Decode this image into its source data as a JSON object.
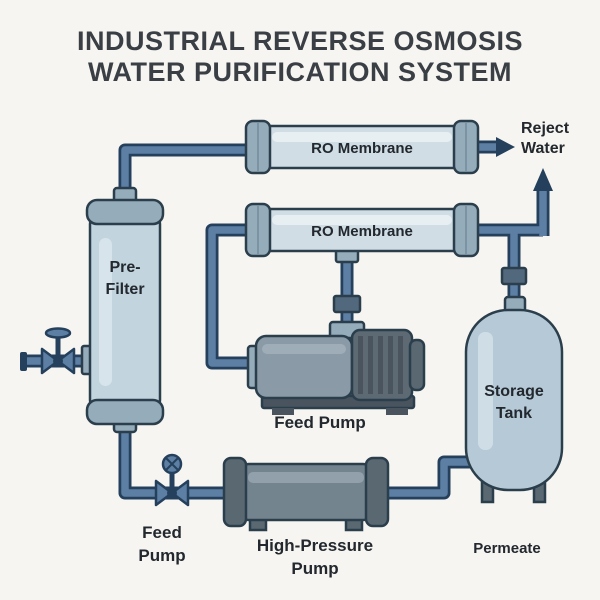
{
  "title": {
    "line1": "INDUSTRIAL REVERSE OSMOSIS",
    "line2": "WATER PURIFICATION SYSTEM"
  },
  "components": {
    "pre_filter": {
      "label_line1": "Pre-",
      "label_line2": "Filter"
    },
    "ro_membrane_top": {
      "label": "RO Membrane"
    },
    "ro_membrane_bottom": {
      "label": "RO Membrane"
    },
    "feed_pump": {
      "label": "Feed Pump"
    },
    "feed_valve": {
      "label_line1": "Feed",
      "label_line2": "Pump"
    },
    "high_pressure_pump": {
      "label_line1": "High-Pressure",
      "label_line2": "Pump"
    },
    "storage_tank": {
      "label_line1": "Storage",
      "label_line2": "Tank"
    }
  },
  "streams": {
    "reject_water": {
      "label_line1": "Reject",
      "label_line2": "Water"
    },
    "permeate": {
      "label": "Permeate"
    }
  },
  "colors": {
    "background": "#f7f5f1",
    "pipe_fill": "#5d7fa3",
    "pipe_outline": "#24405c",
    "outline": "#2a3e4c",
    "vessel_fill": "#c2d4de",
    "vessel_cap": "#95acba",
    "membrane_fill": "#d0dde5",
    "membrane_stripe": "#e8eff3",
    "pump_gray": "#8a9aa6",
    "motor_gray": "#5d6973",
    "fin_gray": "#49545e",
    "hp_body": "#74848f",
    "hp_cap": "#5a6872",
    "tank_fill": "#b6c9d6",
    "fitting": "#52687c",
    "base_gray": "#4a545e",
    "title_color": "#3a3f45",
    "label_color": "#22282e"
  }
}
